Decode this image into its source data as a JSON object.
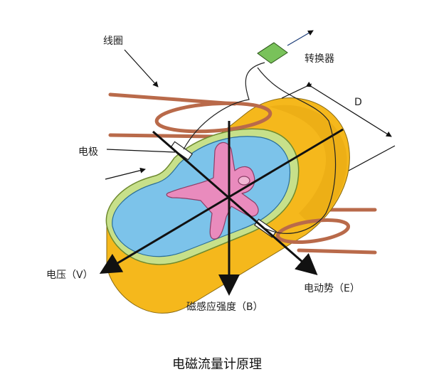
{
  "labels": {
    "coil": "线圈",
    "converter": "转换器",
    "diameter": "D",
    "electrode": "电极",
    "voltage": "电压（V）",
    "magnetic_induction": "磁感应强度（B）",
    "emf": "电动势（E）"
  },
  "caption": "电磁流量计原理",
  "colors": {
    "pipe_outer": "#f5b81c",
    "pipe_inner_rim": "#c7e08a",
    "fluid": "#7cc3ea",
    "coil": "#b96a4a",
    "hand": "#e98bbd",
    "converter": "#79c25a",
    "arrow": "#111111"
  }
}
